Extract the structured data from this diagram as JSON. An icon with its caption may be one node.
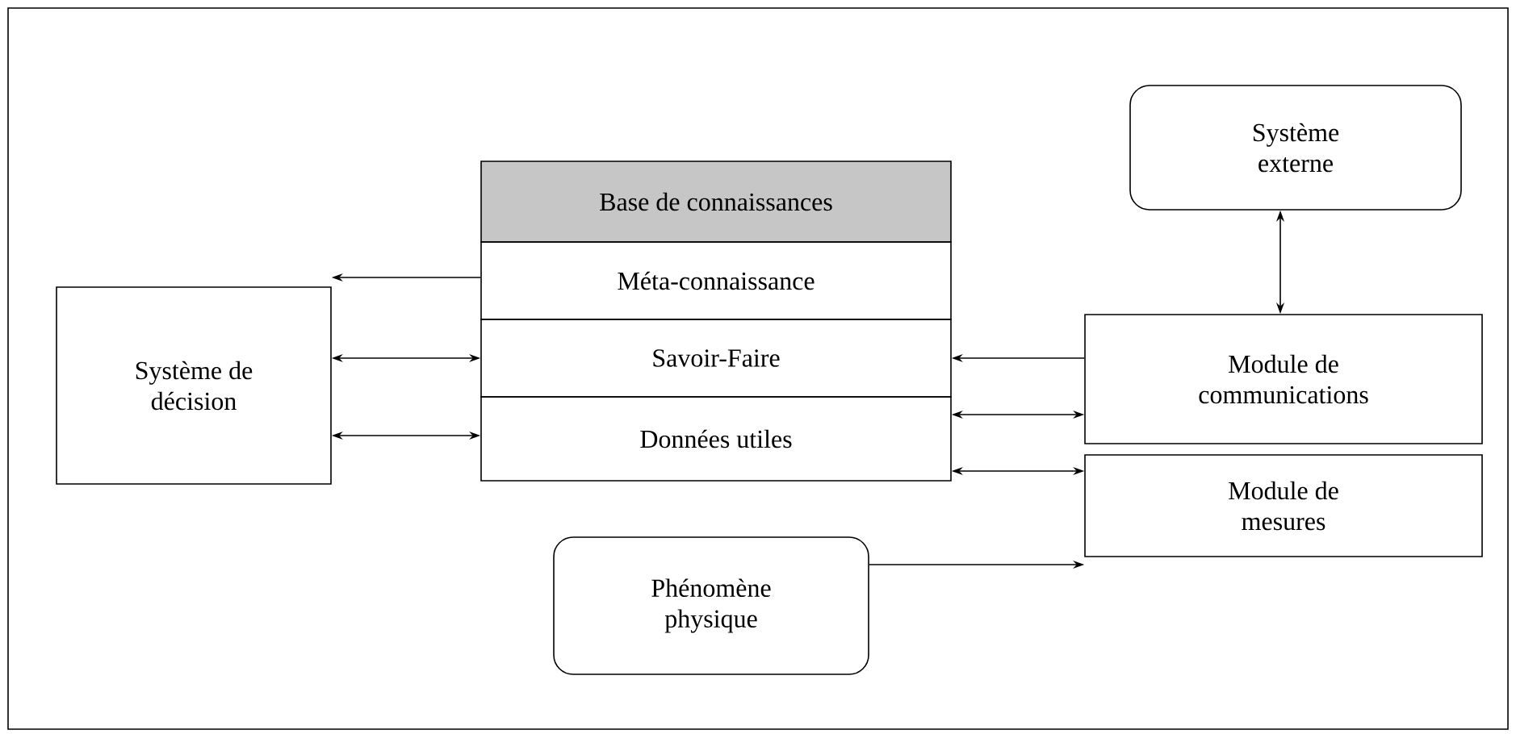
{
  "diagram": {
    "nodes": [
      {
        "text": [
          "Base de connaissances"
        ]
      },
      {
        "text": [
          "Méta-connaissance"
        ]
      },
      {
        "text": [
          "Savoir-Faire"
        ]
      },
      {
        "text": [
          "Données utiles"
        ]
      },
      {
        "text": [
          "Système de décision"
        ]
      },
      {
        "text": [
          "Système externe"
        ]
      },
      {
        "text": [
          "Module de communications"
        ]
      },
      {
        "text": [
          "Module de mesures"
        ]
      },
      {
        "text": [
          "Phénomène physique"
        ]
      }
    ],
    "edges": [
      {
        "from": 1,
        "to": 4,
        "arrow": "to"
      },
      {
        "from": 2,
        "to": 4,
        "arrow": "both"
      },
      {
        "from": 3,
        "to": 4,
        "arrow": "both"
      },
      {
        "from": 5,
        "to": 6,
        "arrow": "both"
      },
      {
        "from": 6,
        "to": 2,
        "arrow": "to"
      },
      {
        "from": 3,
        "to": 6,
        "arrow": "both"
      },
      {
        "from": 3,
        "to": 7,
        "arrow": "both"
      },
      {
        "from": 8,
        "to": 7,
        "arrow": "to"
      }
    ]
  }
}
